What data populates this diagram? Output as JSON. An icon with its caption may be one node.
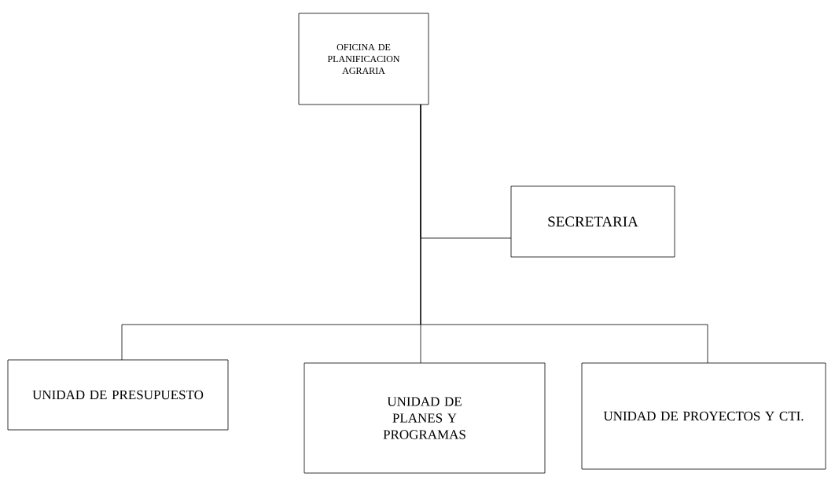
{
  "diagram": {
    "nodes": [
      {
        "text": [
          "OFICINA DE PLANIFICACION AGRARIA"
        ]
      },
      {
        "text": [
          "SECRETARIA"
        ]
      },
      {
        "text": [
          "UNIDAD DE PRESUPUESTO"
        ]
      },
      {
        "text": [
          "UNIDAD DE PLANES Y PROGRAMAS"
        ]
      },
      {
        "text": [
          "UNIDAD DE PROYECTOS Y CTI."
        ]
      }
    ],
    "edges": [
      {
        "from": 0,
        "to": 1,
        "arrow": "none"
      },
      {
        "from": 0,
        "to": 2,
        "arrow": "none"
      },
      {
        "from": 0,
        "to": 3,
        "arrow": "none"
      },
      {
        "from": 0,
        "to": 4,
        "arrow": "none"
      }
    ]
  }
}
